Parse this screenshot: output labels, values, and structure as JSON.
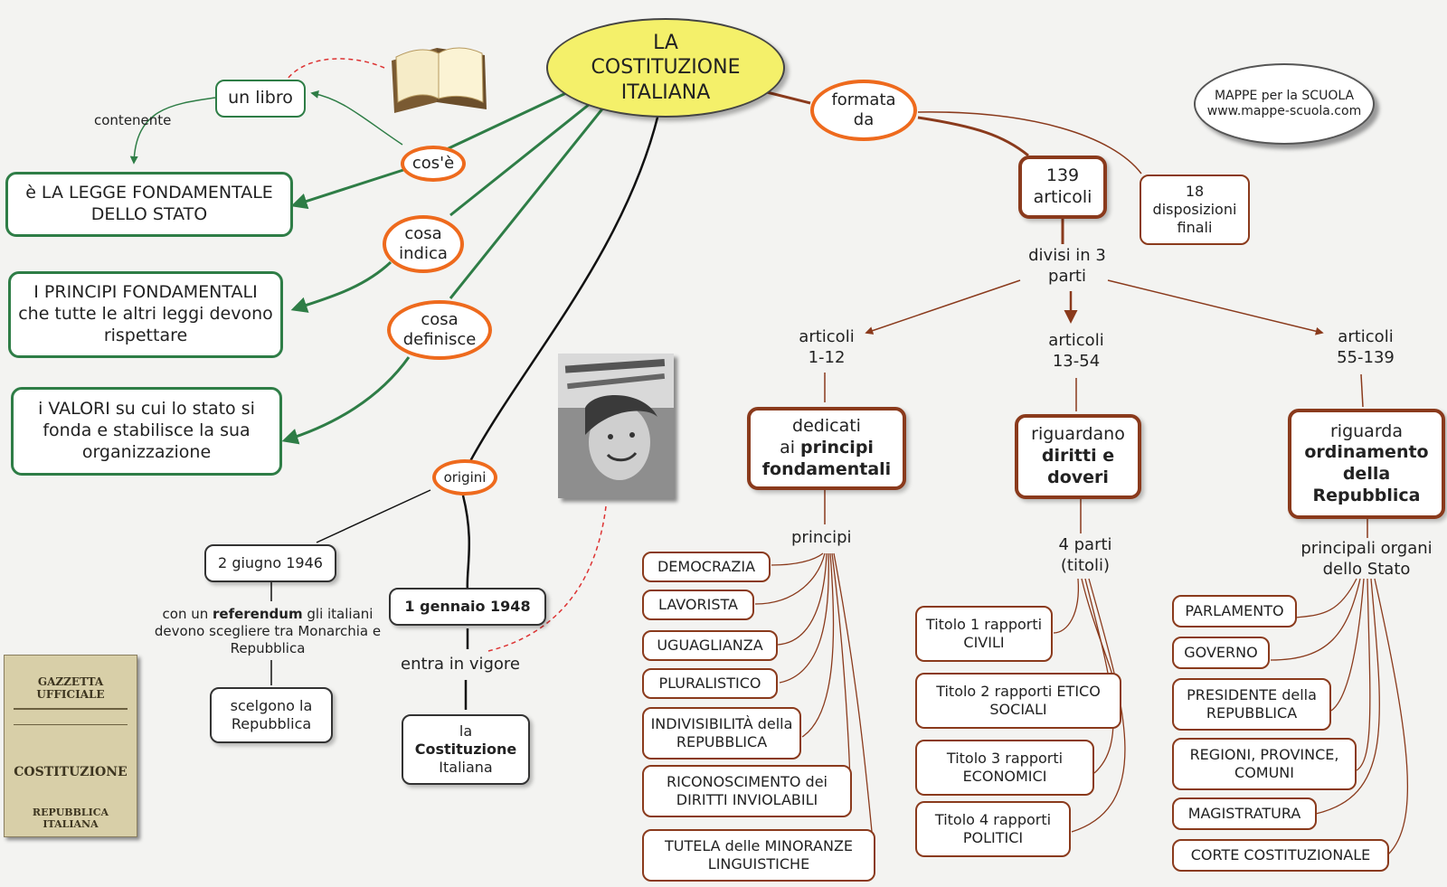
{
  "title": "LA COSTITUZIONE ITALIANA",
  "brand": {
    "line1": "MAPPE per la SCUOLA",
    "line2": "www.mappe-scuola.com"
  },
  "left": {
    "un_libro": "un libro",
    "contenente": "contenente",
    "cose": "cos'è",
    "legge": "è LA LEGGE FONDAMENTALE DELLO STATO",
    "cosa_indica": "cosa indica",
    "principi": "I PRINCIPI FONDAMENTALI che tutte le altri leggi devono rispettare",
    "cosa_definisce": "cosa definisce",
    "valori": "i VALORI su cui lo stato si fonda e stabilisce la sua organizzazione"
  },
  "origins": {
    "origini": "origini",
    "date1": "2 giugno 1946",
    "ref_pre": "con un ",
    "ref_bold": "referendum",
    "ref_rest": "gli italiani devono scegliere tra Monarchia e Repubblica",
    "scelgono": "scelgono la Repubblica",
    "date2": "1 gennaio 1948",
    "vigore": "entra in vigore",
    "la": "la",
    "costituzione": "Costituzione",
    "italiana": "Italiana"
  },
  "right": {
    "formata": "formata da",
    "articoli139": "139 articoli",
    "disposizioni": "18 disposizioni finali",
    "divisi": "divisi in 3 parti",
    "part1": {
      "label": "articoli 1-12",
      "pre": "dedicati",
      "mid": "ai ",
      "bold": "principi fondamentali",
      "sub": "principi",
      "items": [
        "DEMOCRAZIA",
        "LAVORISTA",
        "UGUAGLIANZA",
        "PLURALISTICO",
        "INDIVISIBILITÀ della REPUBBLICA",
        "RICONOSCIMENTO dei DIRITTI INVIOLABILI",
        "TUTELA delle MINORANZE LINGUISTICHE"
      ]
    },
    "part2": {
      "label": "articoli 13-54",
      "pre": "riguardano",
      "bold": "diritti e doveri",
      "sub": "4 parti (titoli)",
      "items": [
        "Titolo 1 rapporti CIVILI",
        "Titolo 2 rapporti ETICO SOCIALI",
        "Titolo 3 rapporti ECONOMICI",
        "Titolo 4 rapporti POLITICI"
      ]
    },
    "part3": {
      "label": "articoli 55-139",
      "pre": "riguarda",
      "bold": "ordinamento della Repubblica",
      "sub": "principali organi dello Stato",
      "items": [
        "PARLAMENTO",
        "GOVERNO",
        "PRESIDENTE della REPUBBLICA",
        "REGIONI, PROVINCE, COMUNI",
        "MAGISTRATURA",
        "CORTE COSTITUZIONALE"
      ]
    }
  },
  "images": {
    "gazzetta_l1": "GAZZETTA UFFICIALE",
    "gazzetta_l2": "COSTITUZIONE",
    "gazzetta_l3": "REPUBBLICA ITALIANA"
  },
  "colors": {
    "green": "#2e7d46",
    "orange": "#ee6a1d",
    "brown": "#8a3a1c",
    "title_fill": "#f4f06a"
  }
}
